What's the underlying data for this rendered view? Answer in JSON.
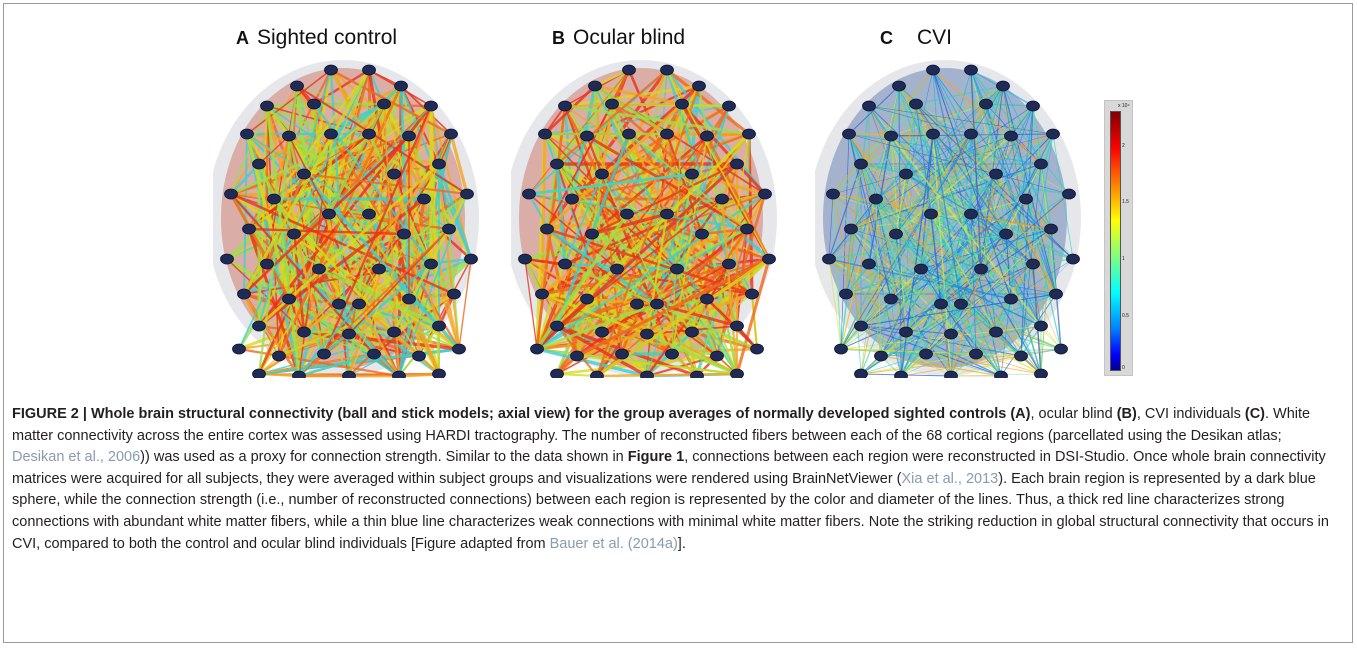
{
  "figure": {
    "panels": [
      {
        "letter": "A",
        "title": "Sighted control",
        "condition": "strong"
      },
      {
        "letter": "B",
        "title": "Ocular blind",
        "condition": "strong"
      },
      {
        "letter": "C",
        "title": "CVI",
        "condition": "weak"
      }
    ],
    "colorbar": {
      "exponent": "x 10⁴",
      "ticks": [
        "2",
        "1.5",
        "1",
        "0.5",
        "0"
      ],
      "colors": [
        "#7f0000",
        "#ff0000",
        "#ff8000",
        "#ffff00",
        "#80ff80",
        "#00ffff",
        "#0080ff",
        "#0000ff",
        "#00008f"
      ]
    },
    "node_color": "#1f2a55"
  },
  "caption": {
    "label": "FIGURE 2 | Whole brain structural connectivity (ball and stick models; axial view) for the group averages of normally developed sighted controls ",
    "label_A": "(A)",
    "t1": ", ocular blind ",
    "label_B": "(B)",
    "t2": ", CVI individuals ",
    "label_C": "(C)",
    "t3": ". White matter connectivity across the entire cortex was assessed using HARDI tractography. The number of reconstructed fibers between each of the 68 cortical regions (parcellated using the Desikan atlas; ",
    "ref1": "Desikan et al., 2006",
    "t4": ")) was used as a proxy for connection strength. Similar to the data shown in ",
    "fig1": "Figure 1",
    "t5": ", connections between each region were reconstructed in DSI-Studio. Once whole brain connectivity matrices were acquired for all subjects, they were averaged within subject groups and visualizations were rendered using BrainNetViewer (",
    "ref2": "Xia et al., 2013",
    "t6": "). Each brain region is represented by a dark blue sphere, while the connection strength (i.e., number of reconstructed connections) between each region is represented by the color and diameter of the lines. Thus, a thick red line characterizes strong connections with abundant white matter fibers, while a thin blue line characterizes weak connections with minimal white matter fibers. Note the striking reduction in global structural connectivity that occurs in CVI, compared to both the control and ocular blind individuals [Figure adapted from ",
    "ref3": "Bauer et al. (2014a)",
    "t7": "]."
  }
}
